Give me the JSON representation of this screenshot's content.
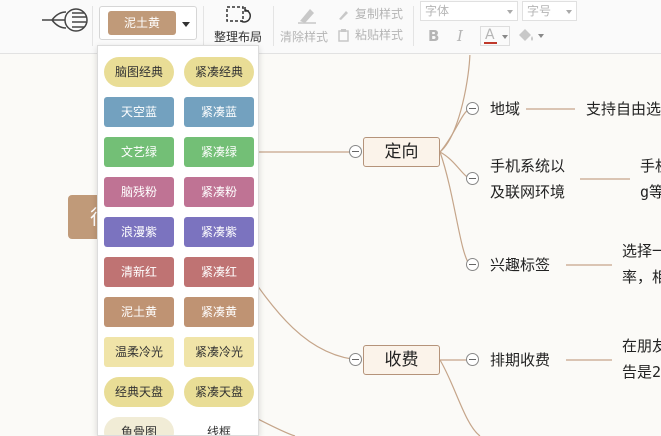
{
  "toolbar": {
    "theme_selected": "泥土黄",
    "layout_label": "整理布局",
    "clear_style": "清除样式",
    "copy_style": "复制样式",
    "paste_style": "粘贴样式",
    "font_placeholder": "字体",
    "size_placeholder": "字号",
    "bold": "B",
    "italic": "I",
    "font_color": "A"
  },
  "themes": [
    {
      "label": "脑图经典",
      "bg": "#e9dd96",
      "fg": "#333333",
      "pill": true
    },
    {
      "label": "紧凑经典",
      "bg": "#e9dd96",
      "fg": "#333333",
      "pill": true
    },
    {
      "label": "天空蓝",
      "bg": "#73a1bf",
      "fg": "#ffffff",
      "pill": false
    },
    {
      "label": "紧凑蓝",
      "bg": "#73a1bf",
      "fg": "#ffffff",
      "pill": false
    },
    {
      "label": "文艺绿",
      "bg": "#73bf76",
      "fg": "#ffffff",
      "pill": false
    },
    {
      "label": "紧凑绿",
      "bg": "#73bf76",
      "fg": "#ffffff",
      "pill": false
    },
    {
      "label": "脑残粉",
      "bg": "#bf7394",
      "fg": "#ffffff",
      "pill": false
    },
    {
      "label": "紧凑粉",
      "bg": "#bf7394",
      "fg": "#ffffff",
      "pill": false
    },
    {
      "label": "浪漫紫",
      "bg": "#7b73bf",
      "fg": "#ffffff",
      "pill": false
    },
    {
      "label": "紧凑紫",
      "bg": "#7b73bf",
      "fg": "#ffffff",
      "pill": false
    },
    {
      "label": "清新红",
      "bg": "#bf7373",
      "fg": "#ffffff",
      "pill": false
    },
    {
      "label": "紧凑红",
      "bg": "#bf7373",
      "fg": "#ffffff",
      "pill": false
    },
    {
      "label": "泥土黄",
      "bg": "#bf9373",
      "fg": "#ffffff",
      "pill": false
    },
    {
      "label": "紧凑黄",
      "bg": "#bf9373",
      "fg": "#ffffff",
      "pill": false
    },
    {
      "label": "温柔冷光",
      "bg": "#f0e4a8",
      "fg": "#333333",
      "pill": false
    },
    {
      "label": "紧凑冷光",
      "bg": "#f0e4a8",
      "fg": "#333333",
      "pill": false
    },
    {
      "label": "经典天盘",
      "bg": "#e9dd96",
      "fg": "#333333",
      "pill": true
    },
    {
      "label": "紧凑天盘",
      "bg": "#e9dd96",
      "fg": "#333333",
      "pill": true
    },
    {
      "label": "鱼骨图",
      "bg": "#f1ecd6",
      "fg": "#333333",
      "pill": true
    },
    {
      "label": "线框",
      "bg": "#ffffff",
      "fg": "#333333",
      "pill": false
    }
  ],
  "mindmap": {
    "root_partial": "很",
    "branch_dingxiang": "定向",
    "branch_shoufei": "收费",
    "leaf_diyu": "地域",
    "leaf_diyu_desc": "支持自由选",
    "leaf_phone_line1": "手机系统以",
    "leaf_phone_line2": "及联网环境",
    "leaf_phone_desc1": "手机",
    "leaf_phone_desc2": "g等",
    "leaf_interest": "兴趣标签",
    "leaf_interest_desc1": "选择一",
    "leaf_interest_desc2": "率，相",
    "leaf_schedule": "排期收费",
    "leaf_schedule_desc1": "在朋友",
    "leaf_schedule_desc2": "告是2"
  },
  "colors": {
    "accent": "#c09a79",
    "line": "#c5a58a"
  }
}
